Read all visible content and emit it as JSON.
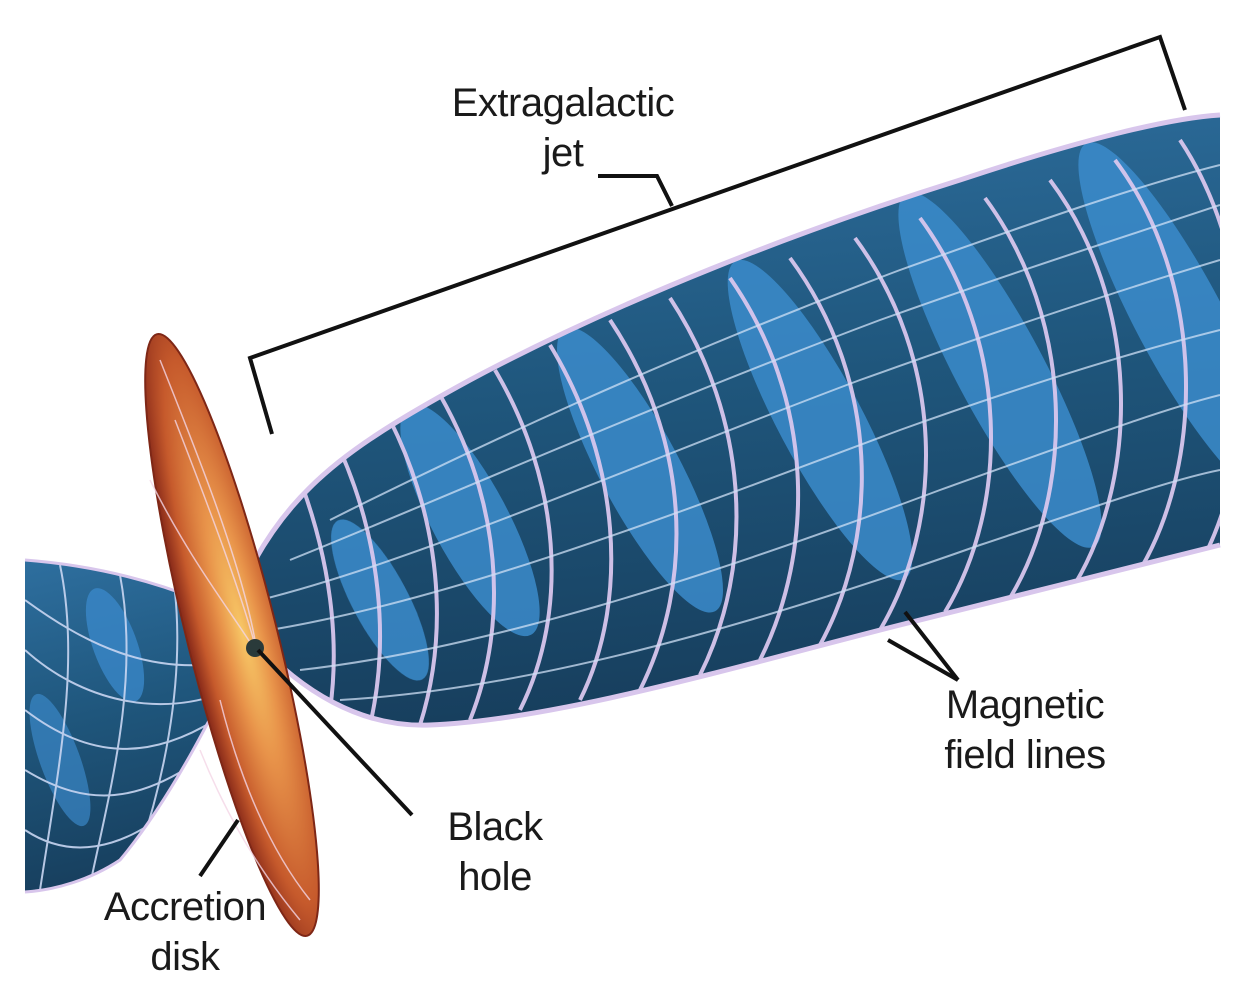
{
  "labels": {
    "jet_line1": "Extragalactic",
    "jet_line2": "jet",
    "magnetic_line1": "Magnetic",
    "magnetic_line2": "field lines",
    "blackhole_line1": "Black",
    "blackhole_line2": "hole",
    "disk_line1": "Accretion",
    "disk_line2": "disk"
  },
  "colors": {
    "jet_dark": "#1d4a6b",
    "jet_light": "#3a87c8",
    "field_lines": "#d8c6ec",
    "disk_outer": "#a8351f",
    "disk_inner": "#f2b24a",
    "leader_lines": "#111111"
  }
}
